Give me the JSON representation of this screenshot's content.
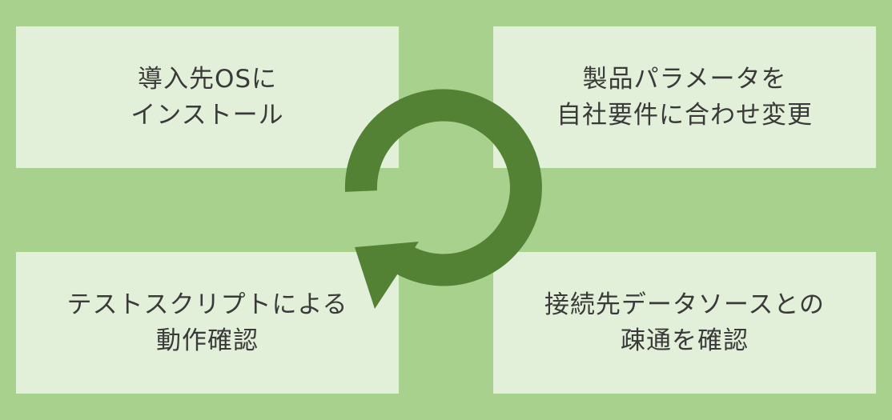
{
  "colors": {
    "background": "#a9d18e",
    "box": "#e2efd9",
    "arrow": "#548235",
    "text": "#3a3a3a"
  },
  "steps": [
    {
      "line1": "導入先OSに",
      "line2": "インストール"
    },
    {
      "line1": "製品パラメータを",
      "line2": "自社要件に合わせ変更"
    },
    {
      "line1": "接続先データソースとの",
      "line2": "疎通を確認"
    },
    {
      "line1": "テストスクリプトによる",
      "line2": "動作確認"
    }
  ],
  "center_icon": "cycle-arrow-icon"
}
